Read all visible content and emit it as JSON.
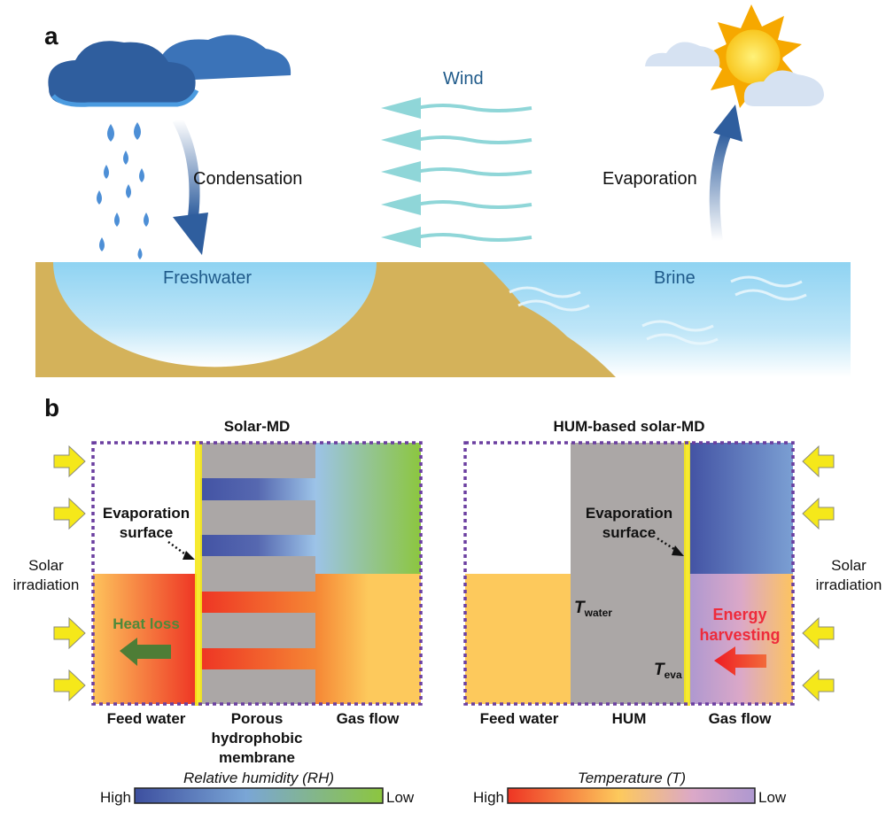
{
  "panel_a": {
    "letter": "a",
    "condensation": "Condensation",
    "wind": "Wind",
    "evaporation": "Evaporation",
    "freshwater": "Freshwater",
    "brine": "Brine"
  },
  "panel_b": {
    "letter": "b",
    "left": {
      "title": "Solar-MD",
      "evaporation_surface": [
        "Evaporation",
        "surface"
      ],
      "heat_loss": "Heat loss",
      "solar_irradiation": [
        "Solar",
        "irradiation"
      ],
      "labels": {
        "feed_water": "Feed water",
        "membrane": [
          "Porous",
          "hydrophobic",
          "membrane"
        ],
        "gas_flow": "Gas flow"
      },
      "colorbar": {
        "title": "Relative humidity (RH)",
        "high": "High",
        "low": "Low",
        "colors": [
          "#3d4f9f",
          "#7aa6d6",
          "#8cc63f"
        ]
      }
    },
    "right": {
      "title": "HUM-based solar-MD",
      "evaporation_surface": [
        "Evaporation",
        "surface"
      ],
      "t_water": {
        "symbol": "T",
        "sub": "water"
      },
      "t_eva": {
        "symbol": "T",
        "sub": "eva"
      },
      "energy_harvesting": [
        "Energy",
        "harvesting"
      ],
      "solar_irradiation": [
        "Solar",
        "irradiation"
      ],
      "labels": {
        "feed_water": "Feed water",
        "hum": "HUM",
        "gas_flow": "Gas flow"
      },
      "colorbar": {
        "title": "Temperature (T)",
        "high": "High",
        "low": "Low",
        "colors": [
          "#ee3524",
          "#fdc95c",
          "#dba8c8",
          "#ae98d0"
        ]
      }
    }
  },
  "colors": {
    "ground": "#d4b25a",
    "water": "#8fd3f2",
    "cloud": "#2f5e9e",
    "sun": "#f6a800",
    "box_border": "#6b3fa0",
    "irradiation_arrow": "#f5e81a",
    "membrane_gray": "#aba7a6"
  }
}
